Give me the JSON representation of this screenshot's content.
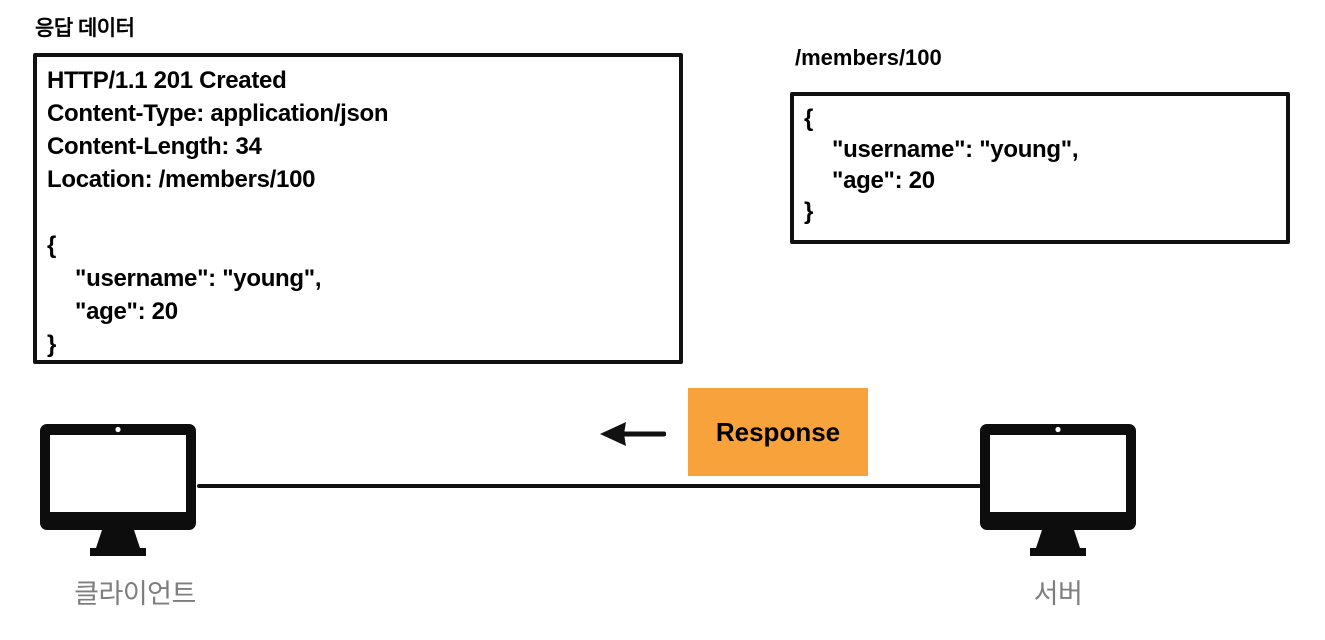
{
  "labels": {
    "response_data_title": "응답 데이터",
    "resource_path": "/members/100",
    "response_badge": "Response",
    "client": "클라이언트",
    "server": "서버"
  },
  "http_box": {
    "headers": [
      "HTTP/1.1 201 Created",
      "Content-Type: application/json",
      "Content-Length: 34"
    ],
    "location_label": "Location: ",
    "location_value": "/members/100",
    "body": [
      "{",
      "\"username\": \"young\",",
      "\"age\": 20",
      "}"
    ]
  },
  "resource_box": {
    "body": [
      "{",
      "\"username\": \"young\",",
      "\"age\": 20",
      "}"
    ]
  },
  "colors": {
    "badge_orange": "#F8A23B",
    "label_gray": "#7E7E7E",
    "ink_black": "#111111"
  }
}
